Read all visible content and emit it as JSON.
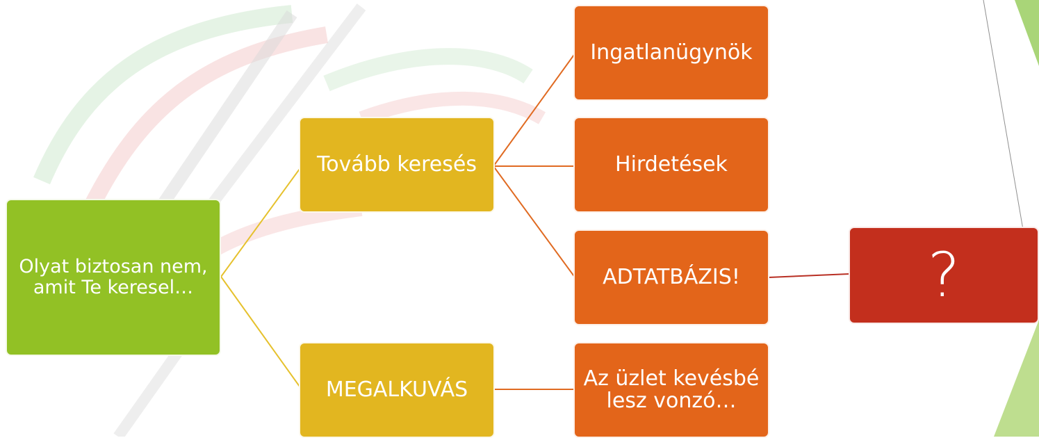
{
  "diagram": {
    "root": "Olyat biztosan nem, amit Te keresel…",
    "branch_1": "Tovább keresés",
    "branch_2": "MEGALKUVÁS",
    "leaf_1": "Ingatlanügynök",
    "leaf_2": "Hirdetések",
    "leaf_3": "ADTATBÁZIS!",
    "leaf_4": "Az üzlet kevésbé lesz vonzó…",
    "final": "?"
  },
  "colors": {
    "green": "#92c125",
    "yellow": "#e2b620",
    "orange": "#e3651a",
    "red": "#c32f1d",
    "line_yellow": "#e6c12d",
    "line_orange": "#e06a21",
    "line_red": "#b82f23"
  }
}
